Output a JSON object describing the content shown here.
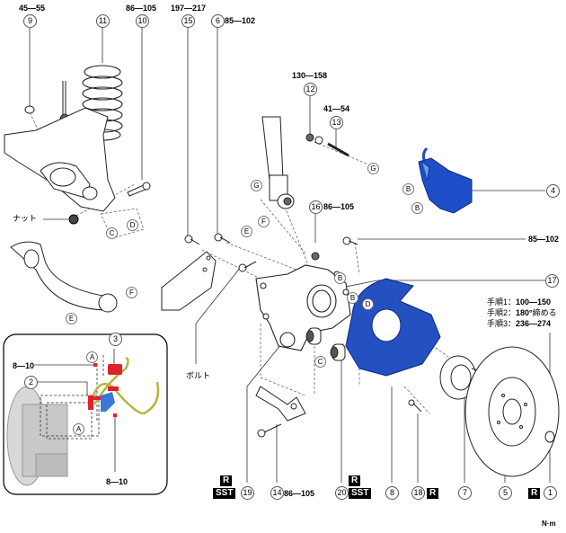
{
  "diagram": {
    "title": "Rear suspension / knuckle exploded view",
    "unit_label": "N·m",
    "parts": [
      {
        "num": "1",
        "torque": ""
      },
      {
        "num": "2",
        "torque": "8—10"
      },
      {
        "num": "3",
        "torque": ""
      },
      {
        "num": "4",
        "torque": "85—102"
      },
      {
        "num": "5",
        "torque": ""
      },
      {
        "num": "6",
        "torque": "85—102"
      },
      {
        "num": "7",
        "torque": ""
      },
      {
        "num": "8",
        "torque": ""
      },
      {
        "num": "9",
        "torque": "45—55"
      },
      {
        "num": "10",
        "torque": "86—105"
      },
      {
        "num": "11",
        "torque": ""
      },
      {
        "num": "12",
        "torque": "130—158"
      },
      {
        "num": "13",
        "torque": "41—54"
      },
      {
        "num": "14",
        "torque": "86—105"
      },
      {
        "num": "15",
        "torque": "197—217"
      },
      {
        "num": "16",
        "torque": "86—105"
      },
      {
        "num": "17",
        "torque": ""
      },
      {
        "num": "18",
        "torque": ""
      },
      {
        "num": "19",
        "torque": ""
      },
      {
        "num": "20",
        "torque": ""
      }
    ],
    "callouts": {
      "nut": "ナット",
      "bolt": "ボルト",
      "step1": "手順1：",
      "step1_val": "100—150",
      "step2": "手順2：",
      "step2_val": "180°",
      "step2_suffix": "締める",
      "step3": "手順3：",
      "step3_val": "236—274",
      "inset_torque_top": "8—10",
      "inset_torque_bottom": "8—10"
    },
    "reference_letters": {
      "A": "A",
      "B": "B",
      "C": "C",
      "D": "D",
      "E": "E",
      "F": "F",
      "G": "G"
    },
    "tags": {
      "replace": "R",
      "sst": "SST"
    },
    "colors": {
      "caliper_blue": "#1f4fc8",
      "dust_shield_blue": "#2450c0",
      "sensor_red": "#e0202a",
      "harness_yellow": "#b5b53a",
      "connector_blue": "#3a78d8"
    }
  }
}
